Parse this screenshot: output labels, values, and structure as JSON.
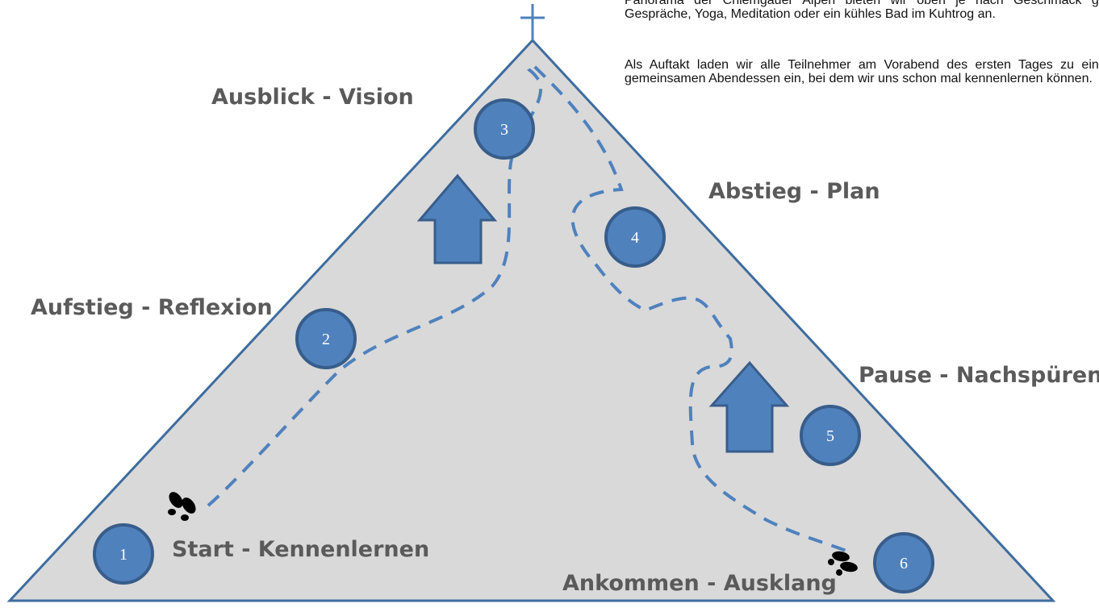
{
  "text": {
    "para1": "Panorama der Chiemgauer Alpen bieten wir oben je nach Geschmack gute Gespräche, Yoga, Meditation oder ein kühles Bad im Kuhtrog an.",
    "para2": "Als Auftakt laden wir alle Teilnehmer am Vorabend des ersten Tages zu einem gemeinsamen Abendessen ein, bei dem wir uns schon mal kennenlernen können."
  },
  "stages": [
    {
      "number": "1",
      "label": "Start - Kennenlernen"
    },
    {
      "number": "2",
      "label": "Aufstieg - Reflexion"
    },
    {
      "number": "3",
      "label": "Ausblick - Vision"
    },
    {
      "number": "4",
      "label": "Abstieg - Plan"
    },
    {
      "number": "5",
      "label": "Pause - Nachspüren"
    },
    {
      "number": "6",
      "label": "Ankommen - Ausklang"
    }
  ],
  "colors": {
    "mountain_fill": "#d9d9d9",
    "mountain_stroke": "#3e6c9e",
    "circle_fill": "#4f81bd",
    "circle_stroke": "#385d8a",
    "path_color": "#4f81bd",
    "label_color": "#5a5a5a"
  },
  "icons": [
    "summit-cross-icon",
    "footprints-icon",
    "up-arrow-icon"
  ]
}
